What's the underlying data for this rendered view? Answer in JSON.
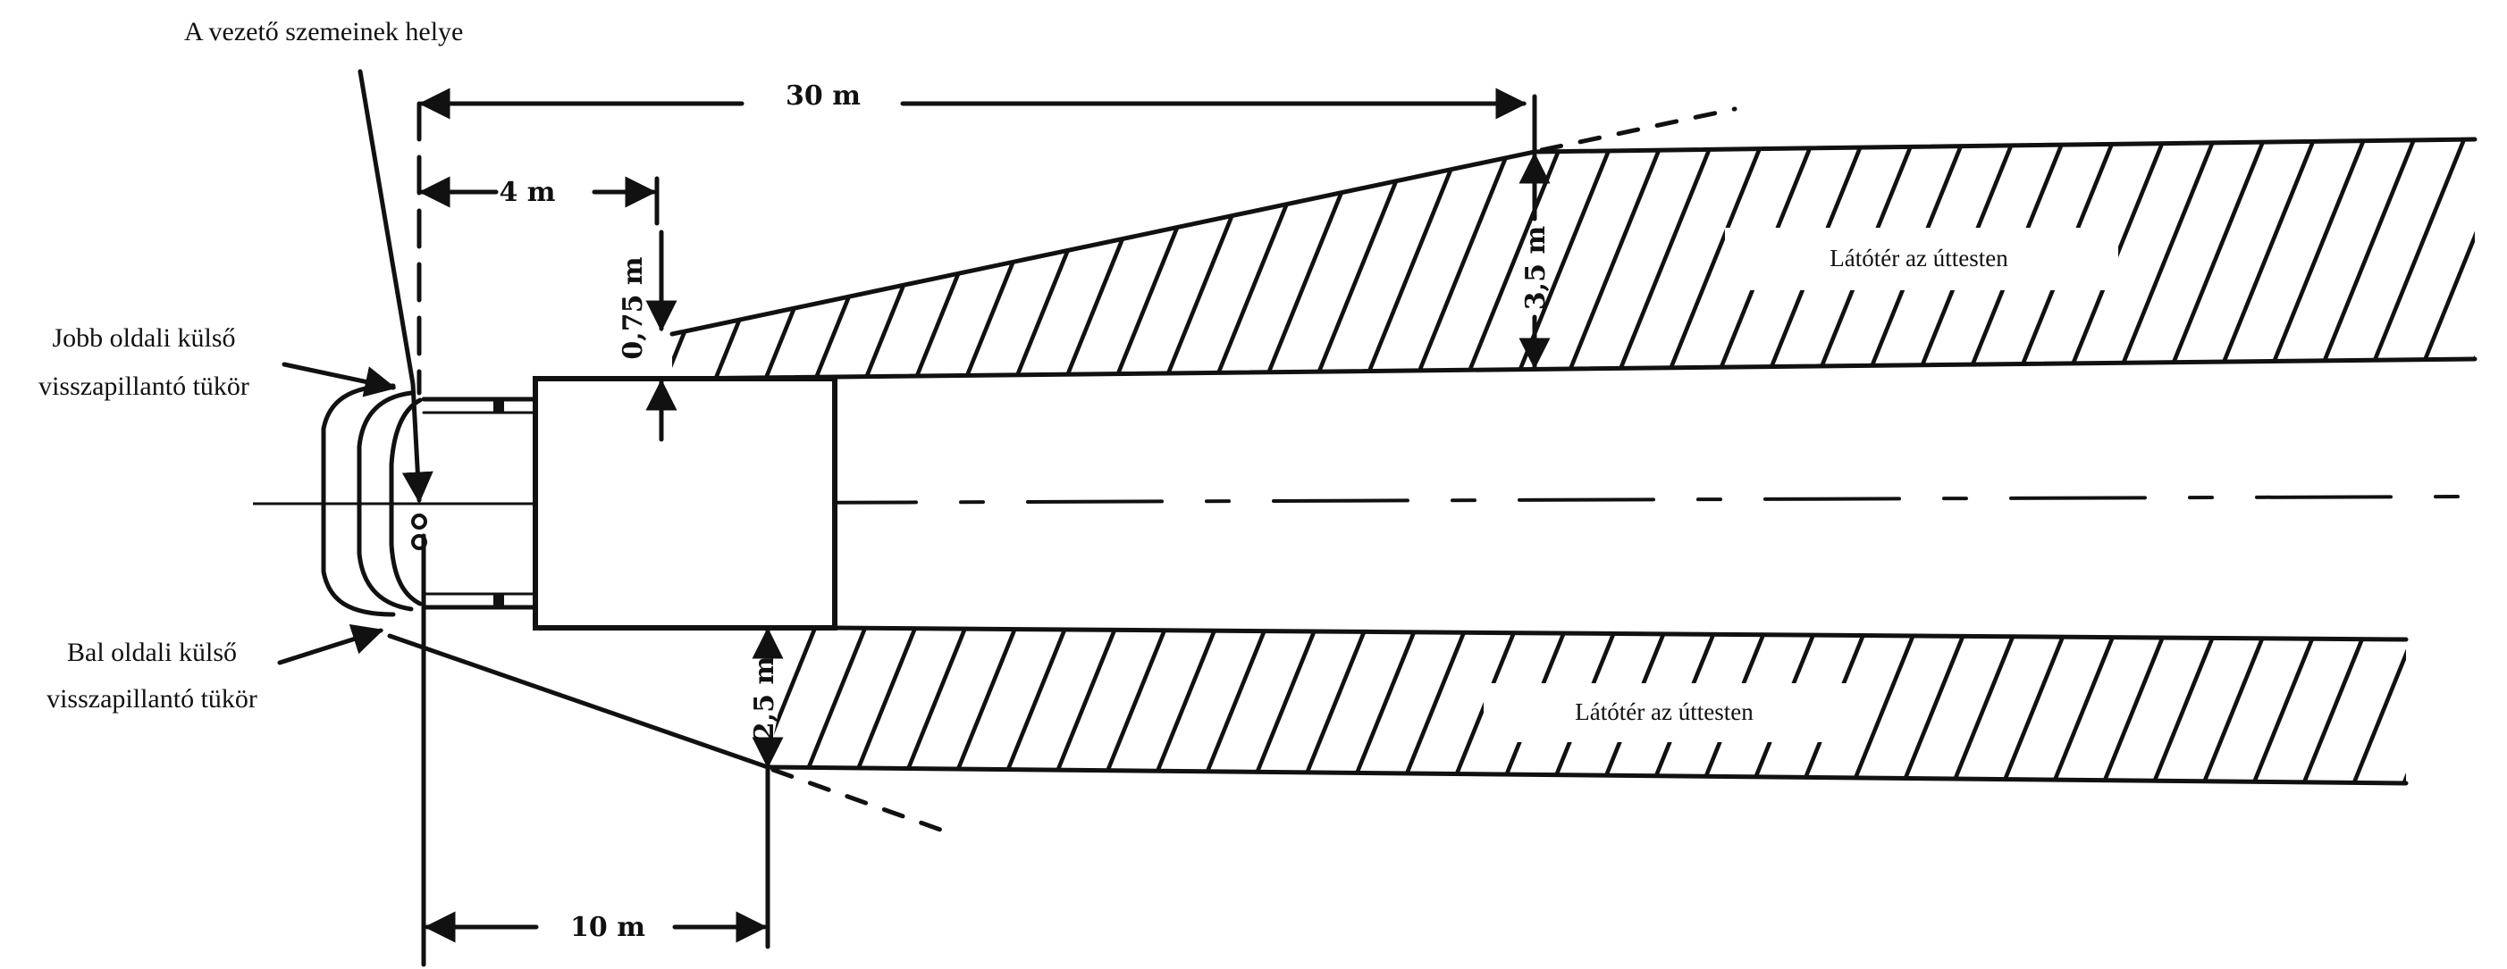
{
  "labels": {
    "driver_eyes": "A vezető szemeinek helye",
    "right_mirror_line1": "Jobb oldali külső",
    "right_mirror_line2": "visszapillantó tükör",
    "left_mirror_line1": "Bal oldali külső",
    "left_mirror_line2": "visszapillantó tükör",
    "upper_field": "Látótér az úttesten",
    "lower_field": "Látótér az úttesten"
  },
  "dimensions": {
    "d30": "30 m",
    "d4": "4 m",
    "d075": "0,75 m",
    "d35": "3,5 m",
    "d25": "2,5 m",
    "d10": "10 m"
  },
  "colors": {
    "ink": "#111111",
    "paper": "#ffffff"
  }
}
